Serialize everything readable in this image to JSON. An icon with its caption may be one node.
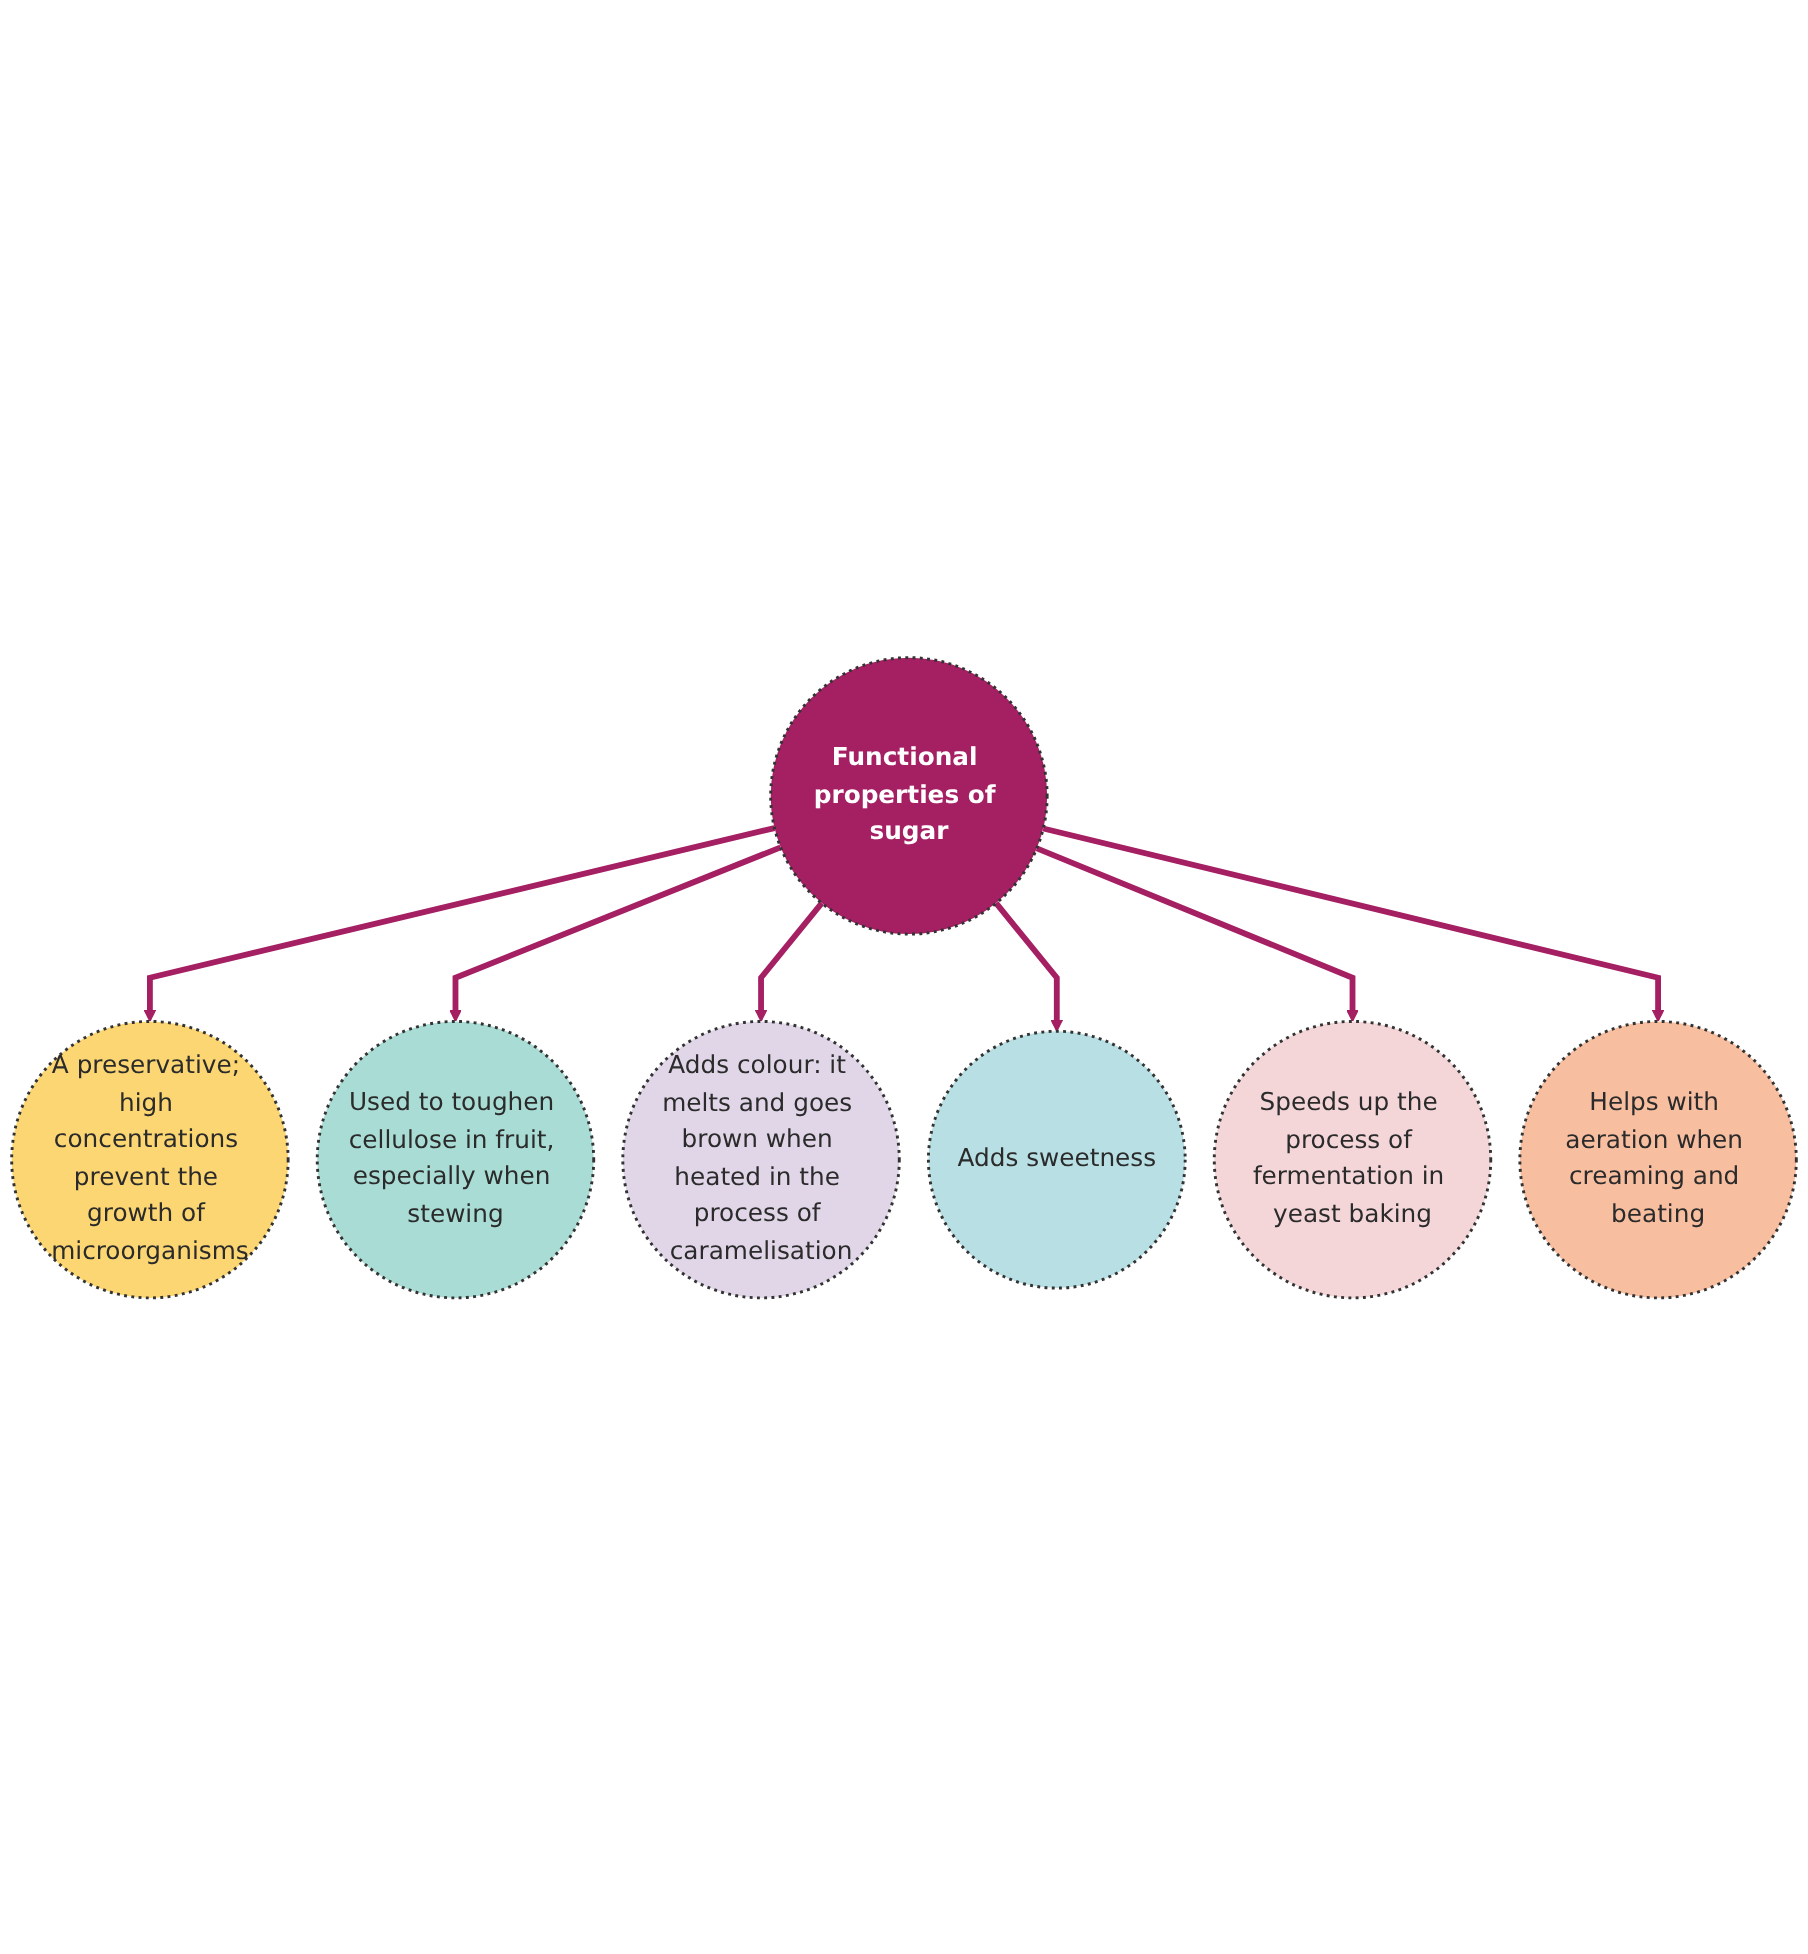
{
  "diagram": {
    "nodes": [
      {
        "text": [
          "Functional properties of sugar"
        ]
      },
      {
        "text": [
          "A preservative; high concentrations prevent the growth of microorganisms"
        ]
      },
      {
        "text": [
          "Used to toughen cellulose in fruit, especially when stewing"
        ]
      },
      {
        "text": [
          "Adds colour: it melts and goes brown when heated in the process of caramelisation"
        ]
      },
      {
        "text": [
          "Adds sweetness"
        ]
      },
      {
        "text": [
          "Speeds up the process of fermentation in yeast baking"
        ]
      },
      {
        "text": [
          "Helps with aeration when creaming and beating"
        ]
      }
    ],
    "edges": [
      {
        "from": 0,
        "to": 1,
        "arrow": "to"
      },
      {
        "from": 0,
        "to": 2,
        "arrow": "to"
      },
      {
        "from": 0,
        "to": 3,
        "arrow": "to"
      },
      {
        "from": 0,
        "to": 4,
        "arrow": "to"
      },
      {
        "from": 0,
        "to": 5,
        "arrow": "to"
      },
      {
        "from": 0,
        "to": 6,
        "arrow": "to"
      }
    ]
  }
}
